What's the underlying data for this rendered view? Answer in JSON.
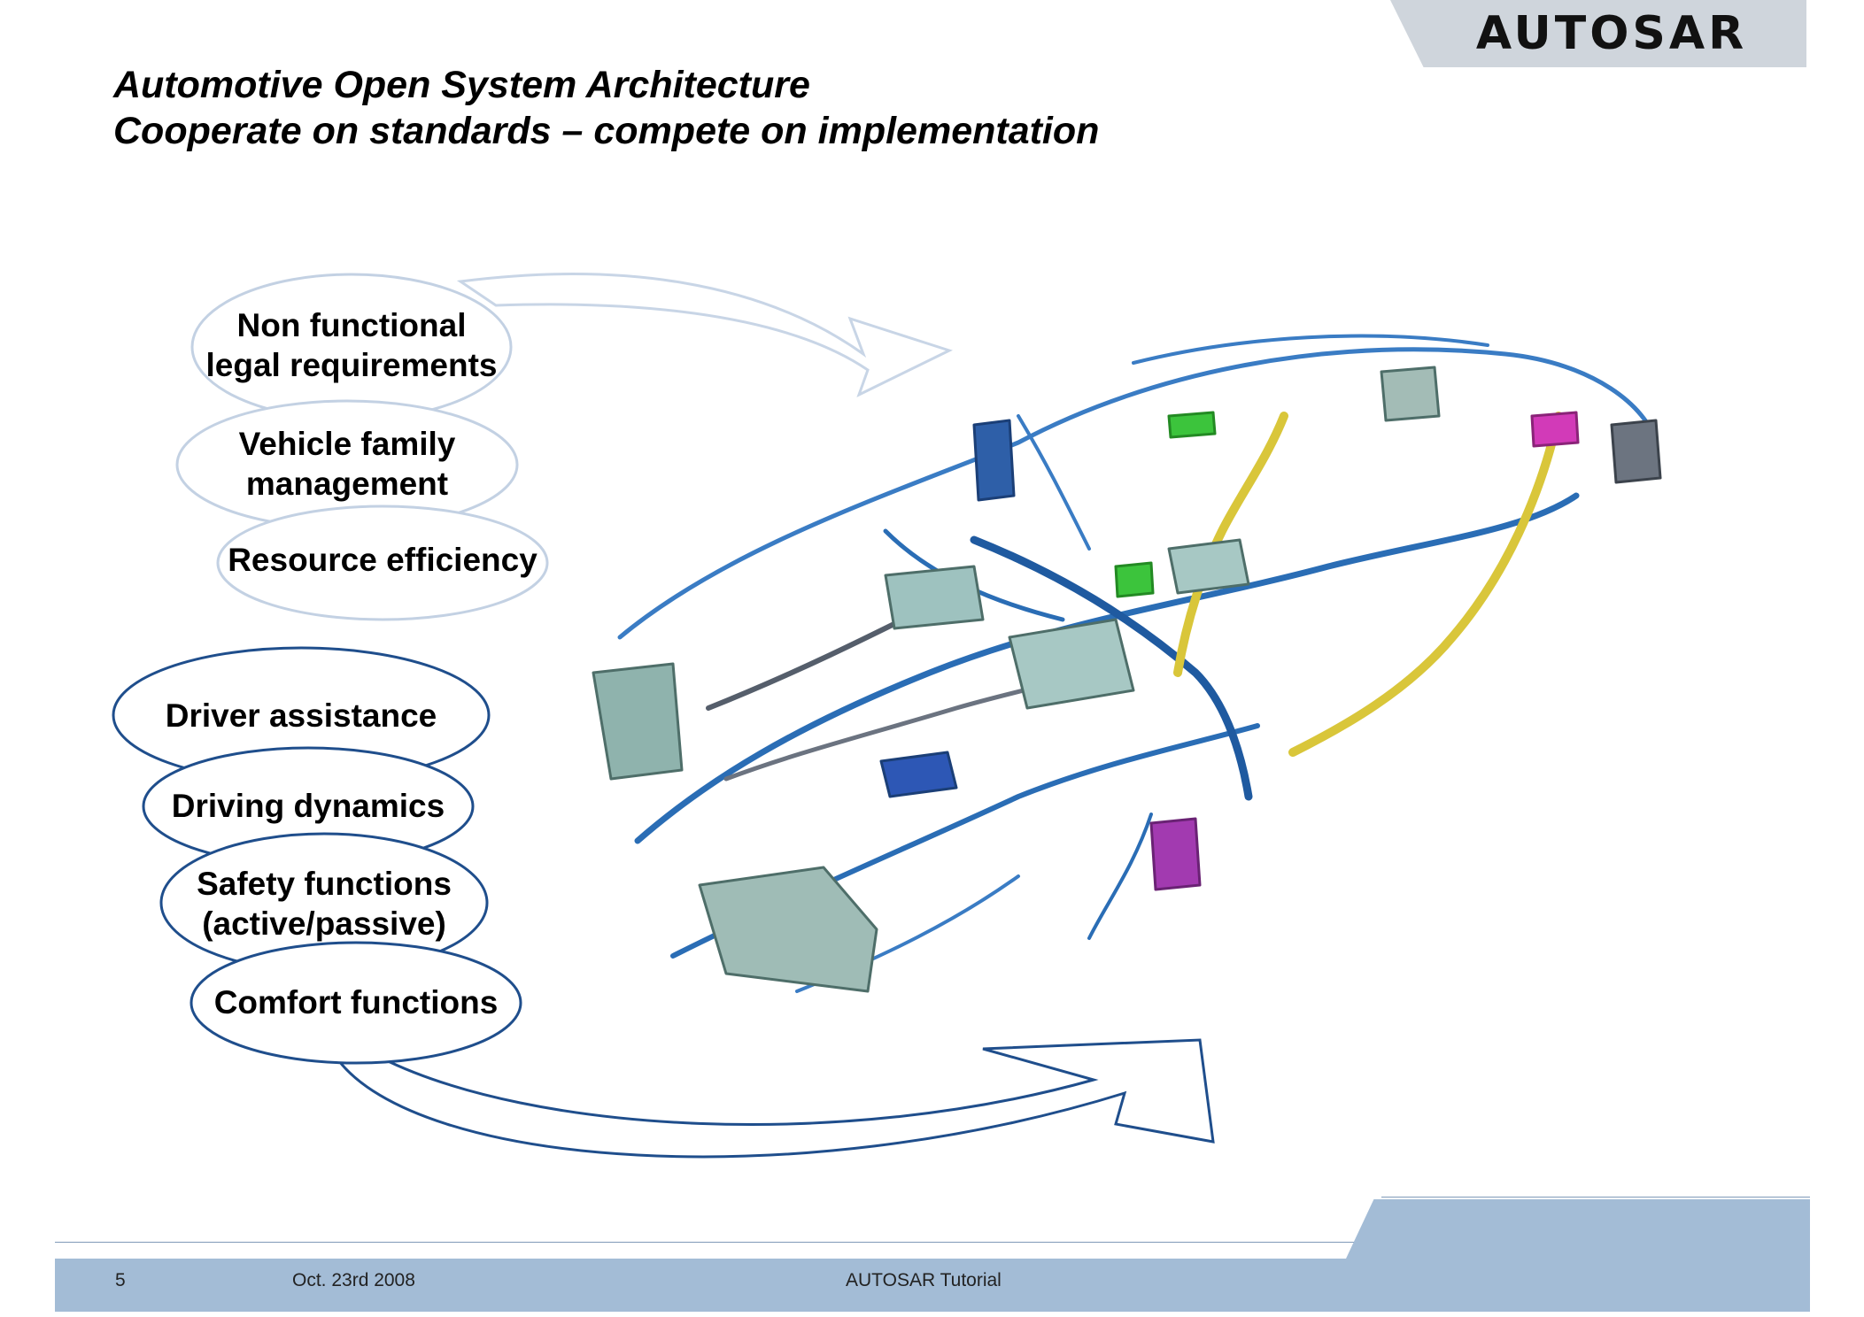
{
  "logo": {
    "text": "AUTOSAR"
  },
  "title": {
    "line1": "Automotive Open System Architecture",
    "line2": "Cooperate on standards – compete on implementation"
  },
  "top_group": {
    "item1_line1": "Non functional",
    "item1_line2": "legal requirements",
    "item2_line1": "Vehicle family",
    "item2_line2": "management",
    "item3": "Resource efficiency"
  },
  "bottom_group": {
    "item1": "Driver assistance",
    "item2": "Driving dynamics",
    "item3_line1": "Safety functions",
    "item3_line2": "(active/passive)",
    "item4": "Comfort functions"
  },
  "footer": {
    "page": "5",
    "date": "Oct. 23rd 2008",
    "name": "AUTOSAR Tutorial"
  },
  "colors": {
    "footer_blue": "#a3bcd6",
    "top_ellipse_stroke": "#b9c9dd",
    "bottom_ellipse_stroke": "#1f4e8c",
    "harness_blue": "#2a6db5"
  }
}
